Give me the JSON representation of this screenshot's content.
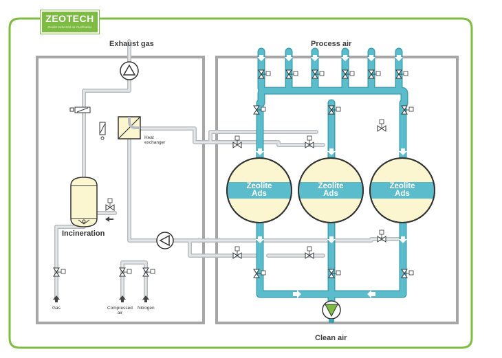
{
  "brand": {
    "name": "ZEOTECH",
    "tagline": "Zeolite Industrial Air Purification",
    "color": "#7dbb42"
  },
  "labels": {
    "exhaust_gas": "Exhaust gas",
    "process_air": "Process air",
    "clean_air": "Clean air",
    "heat_exchanger": "Heat\nexchanger",
    "incineration": "Incineration",
    "gas": "Gas",
    "compressed_air": "Compressed\nair",
    "nitrogen": "Nitrogen"
  },
  "adsorbers": [
    {
      "line1": "Zeolite",
      "line2": "Ads"
    },
    {
      "line1": "Zeolite",
      "line2": "Ads"
    },
    {
      "line1": "Zeolite",
      "line2": "Ads"
    }
  ],
  "colors": {
    "process_pipe": "#5bbccb",
    "process_pipe_edge": "#3f9fae",
    "gray_pipe": "#cfd2d4",
    "frame": "#a6a6a6",
    "vessel": "#fbf6cf",
    "band": "#5bbccb",
    "fan_green": "#7dbb42"
  }
}
